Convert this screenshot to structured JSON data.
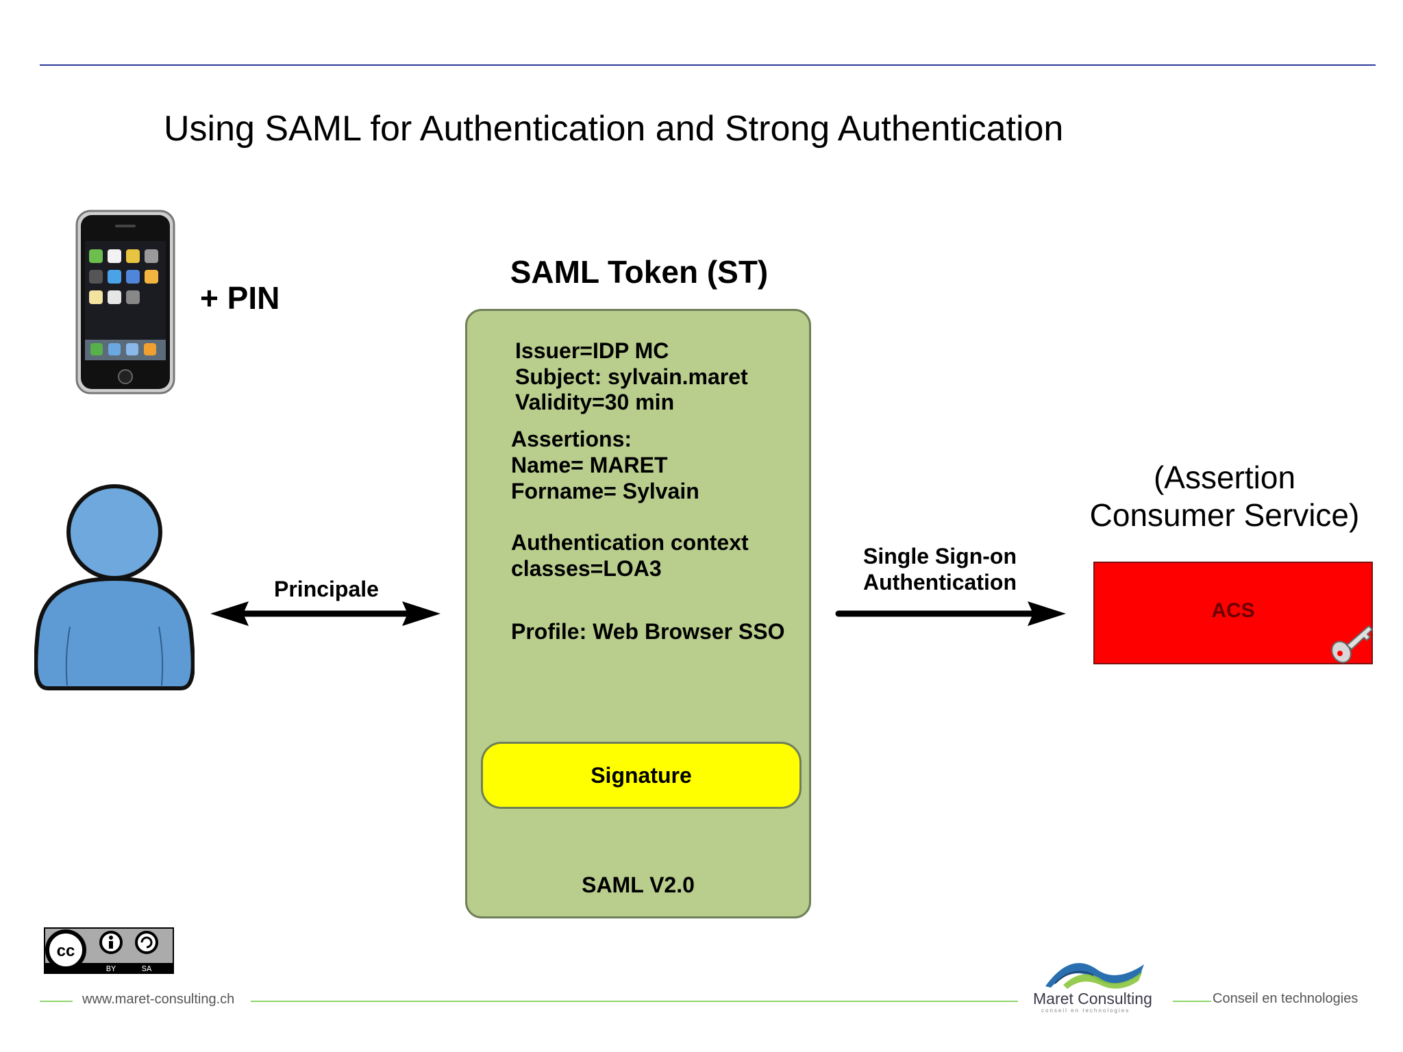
{
  "slide": {
    "title": "Using SAML for Authentication and Strong Authentication"
  },
  "left": {
    "pin_label": "+ PIN",
    "arrow_label": "Principale"
  },
  "token": {
    "heading": "SAML Token (ST)",
    "issuer": "Issuer=IDP MC",
    "subject": "Subject: sylvain.maret",
    "validity": "Validity=30 min",
    "assertions_heading": "Assertions:",
    "name": "Name= MARET",
    "forname": "Forname= Sylvain",
    "auth_context_1": "Authentication context",
    "auth_context_2": "classes=LOA3",
    "profile": "Profile: Web Browser SSO",
    "signature": "Signature",
    "version": "SAML V2.0"
  },
  "right": {
    "sso_line1": "Single Sign-on",
    "sso_line2": "Authentication",
    "acs_caption_line1": "(Assertion",
    "acs_caption_line2": "Consumer Service)",
    "acs_label": "ACS"
  },
  "license": {
    "cc": "cc",
    "by": "BY",
    "sa": "SA"
  },
  "footer": {
    "url": "www.maret-consulting.ch",
    "company": "Maret Consulting",
    "company_sub": "conseil en technologies",
    "tagline": "Conseil en technologies"
  },
  "colors": {
    "token_fill": "#b9cd8d",
    "signature_fill": "#ffff00",
    "acs_fill": "#ff0000",
    "rule": "#2b3a9a",
    "footer_line": "#8ed66b"
  }
}
